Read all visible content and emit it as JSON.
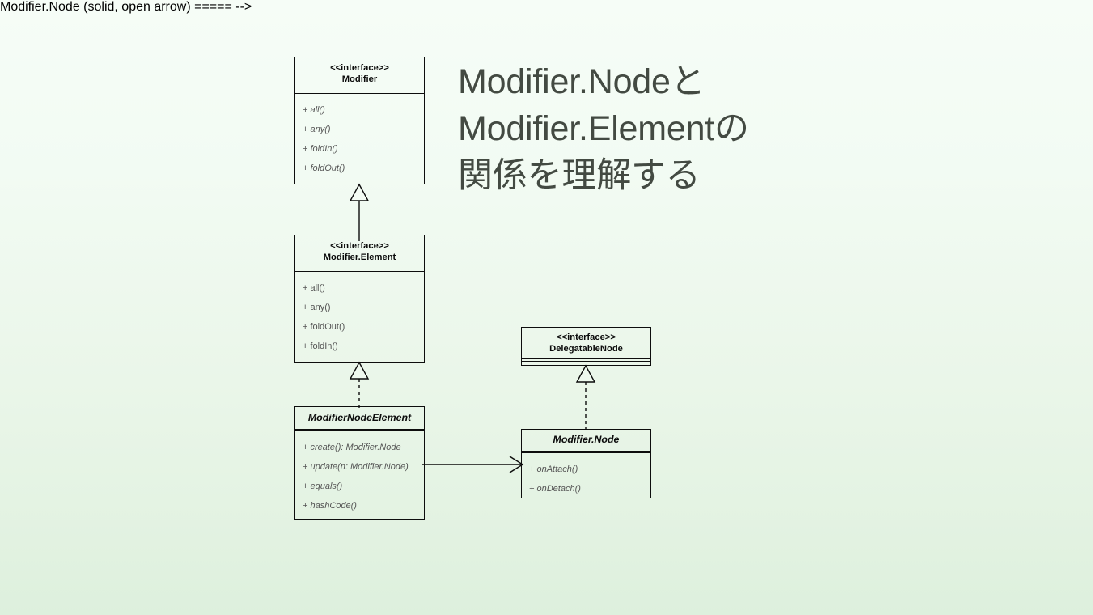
{
  "slide": {
    "title_lines": [
      "Modifier.Nodeと",
      "Modifier.Elementの",
      "関係を理解する"
    ],
    "title_text": "Modifier.Nodeと\nModifier.Elementの\n関係を理解する",
    "background": {
      "top_color": "#f6fdf7",
      "bottom_color": "#ddf0dd"
    },
    "title_color": "#434a42"
  },
  "diagram": {
    "type": "uml-class-diagram",
    "line_color": "#0d0d0d",
    "text_color": "#555555",
    "classes": [
      {
        "id": "modifier",
        "stereotype": "<<interface>>",
        "name": "Modifier",
        "abstract": false,
        "members": [
          "+ all()",
          "+ any()",
          "+ foldIn()",
          "+ foldOut()"
        ],
        "members_italic": true
      },
      {
        "id": "modifier-element",
        "stereotype": "<<interface>>",
        "name": "Modifier.Element",
        "abstract": false,
        "members": [
          "+ all()",
          "+ any()",
          "+ foldOut()",
          "+ foldIn()"
        ],
        "members_italic": false
      },
      {
        "id": "modifier-node-element",
        "stereotype": "",
        "name": "ModifierNodeElement",
        "abstract": true,
        "members": [
          "+ create(): Modifier.Node",
          "+ update(n: Modifier.Node)",
          "+ equals()",
          "+ hashCode()"
        ],
        "members_italic": true
      },
      {
        "id": "delegatable-node",
        "stereotype": "<<interface>>",
        "name": "DelegatableNode",
        "abstract": false,
        "members": [],
        "members_italic": false
      },
      {
        "id": "modifier-node",
        "stereotype": "",
        "name": "Modifier.Node",
        "abstract": true,
        "members": [
          "+ onAttach()",
          "+ onDetach()"
        ],
        "members_italic": true
      }
    ],
    "relations": [
      {
        "id": "rel-element-modifier",
        "from": "modifier-element",
        "to": "modifier",
        "kind": "generalization",
        "style": "solid",
        "arrow": "hollow-triangle"
      },
      {
        "id": "rel-nodeelement-element",
        "from": "modifier-node-element",
        "to": "modifier-element",
        "kind": "realization",
        "style": "dashed",
        "arrow": "hollow-triangle"
      },
      {
        "id": "rel-node-delegatable",
        "from": "modifier-node",
        "to": "delegatable-node",
        "kind": "realization",
        "style": "dashed",
        "arrow": "hollow-triangle"
      },
      {
        "id": "rel-nodeelement-node",
        "from": "modifier-node-element",
        "to": "modifier-node",
        "kind": "association",
        "style": "solid",
        "arrow": "open"
      }
    ]
  }
}
